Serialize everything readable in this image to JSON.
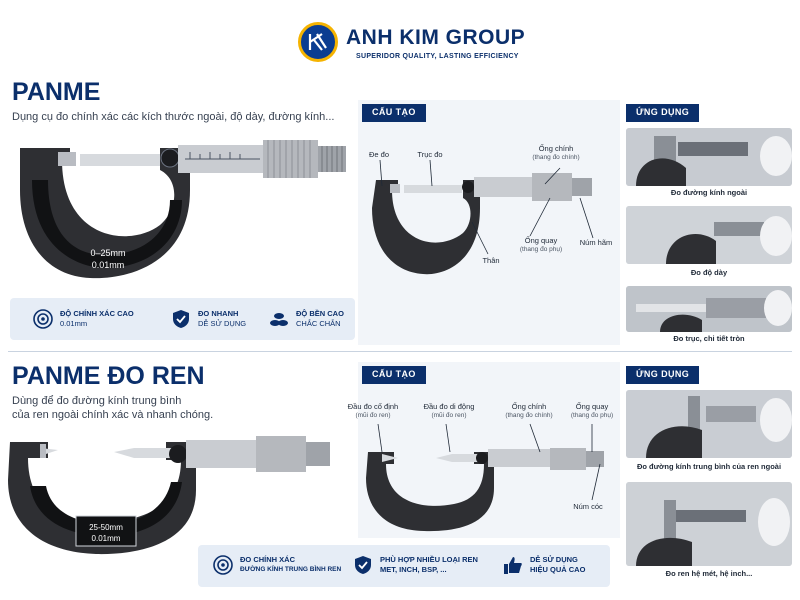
{
  "brand": {
    "name": "ANH KIM GROUP",
    "tagline": "SUPERIDOR QUALITY, LASTING EFFICIENCY",
    "primary_color": "#0b2f6b",
    "accent_color": "#f5b301"
  },
  "section1": {
    "title": "PANME",
    "description": "Dụng cụ đo chính xác các kích thước ngoài, độ dày, đường kính...",
    "range_label": "0–25mm",
    "resolution_label": "0.01mm",
    "features": [
      {
        "icon": "target-icon",
        "line1": "ĐỘ CHÍNH XÁC CAO",
        "line2": "0.01mm"
      },
      {
        "icon": "shield-check-icon",
        "line1": "ĐO NHANH",
        "line2": "DỄ SỬ DỤNG"
      },
      {
        "icon": "stacked-coins-icon",
        "line1": "ĐỘ BỀN CAO",
        "line2": "CHẮC CHẮN"
      }
    ],
    "structure": {
      "tab": "CẤU TẠO",
      "labels": {
        "anvil": "Đe đo",
        "spindle": "Trục đo",
        "sleeve": "Ống chính",
        "sleeve_sub": "(thang đo chính)",
        "frame": "Thân",
        "thimble": "Ống quay",
        "thimble_sub": "(thang đo phụ)",
        "lock": "Núm hãm"
      }
    },
    "application": {
      "tab": "ỨNG DỤNG",
      "items": [
        "Đo đường kính ngoài",
        "Đo độ dày",
        "Đo trục, chi tiết tròn"
      ]
    }
  },
  "section2": {
    "title": "PANME ĐO REN",
    "description_line1": "Dùng để đo đường kính trung bình",
    "description_line2": "của ren ngoài chính xác và nhanh chóng.",
    "range_label": "25-50mm",
    "resolution_label": "0.01mm",
    "features": [
      {
        "icon": "target-icon",
        "line1": "ĐO CHÍNH XÁC",
        "line2": "ĐƯỜNG KÍNH TRUNG BÌNH REN"
      },
      {
        "icon": "shield-check-icon",
        "line1": "PHÙ HỢP NHIỀU LOẠI REN",
        "line2": "MET, INCH, BSP, ..."
      },
      {
        "icon": "thumbs-up-icon",
        "line1": "DỄ SỬ DỤNG",
        "line2": "HIỆU QUẢ CAO"
      }
    ],
    "structure": {
      "tab": "CẤU TẠO",
      "labels": {
        "fixed_tip": "Đầu đo cố định",
        "fixed_tip_sub": "(mũi đo ren)",
        "moving_tip": "Đầu đo di động",
        "moving_tip_sub": "(mũi đo ren)",
        "sleeve": "Ống chính",
        "sleeve_sub": "(thang đo chính)",
        "thimble": "Ống quay",
        "thimble_sub": "(thang đo phụ)",
        "ratchet": "Núm cóc"
      }
    },
    "application": {
      "tab": "ỨNG DỤNG",
      "items": [
        "Đo đường kính trung bình của ren ngoài",
        "Đo ren hệ mét, hệ inch..."
      ]
    }
  }
}
